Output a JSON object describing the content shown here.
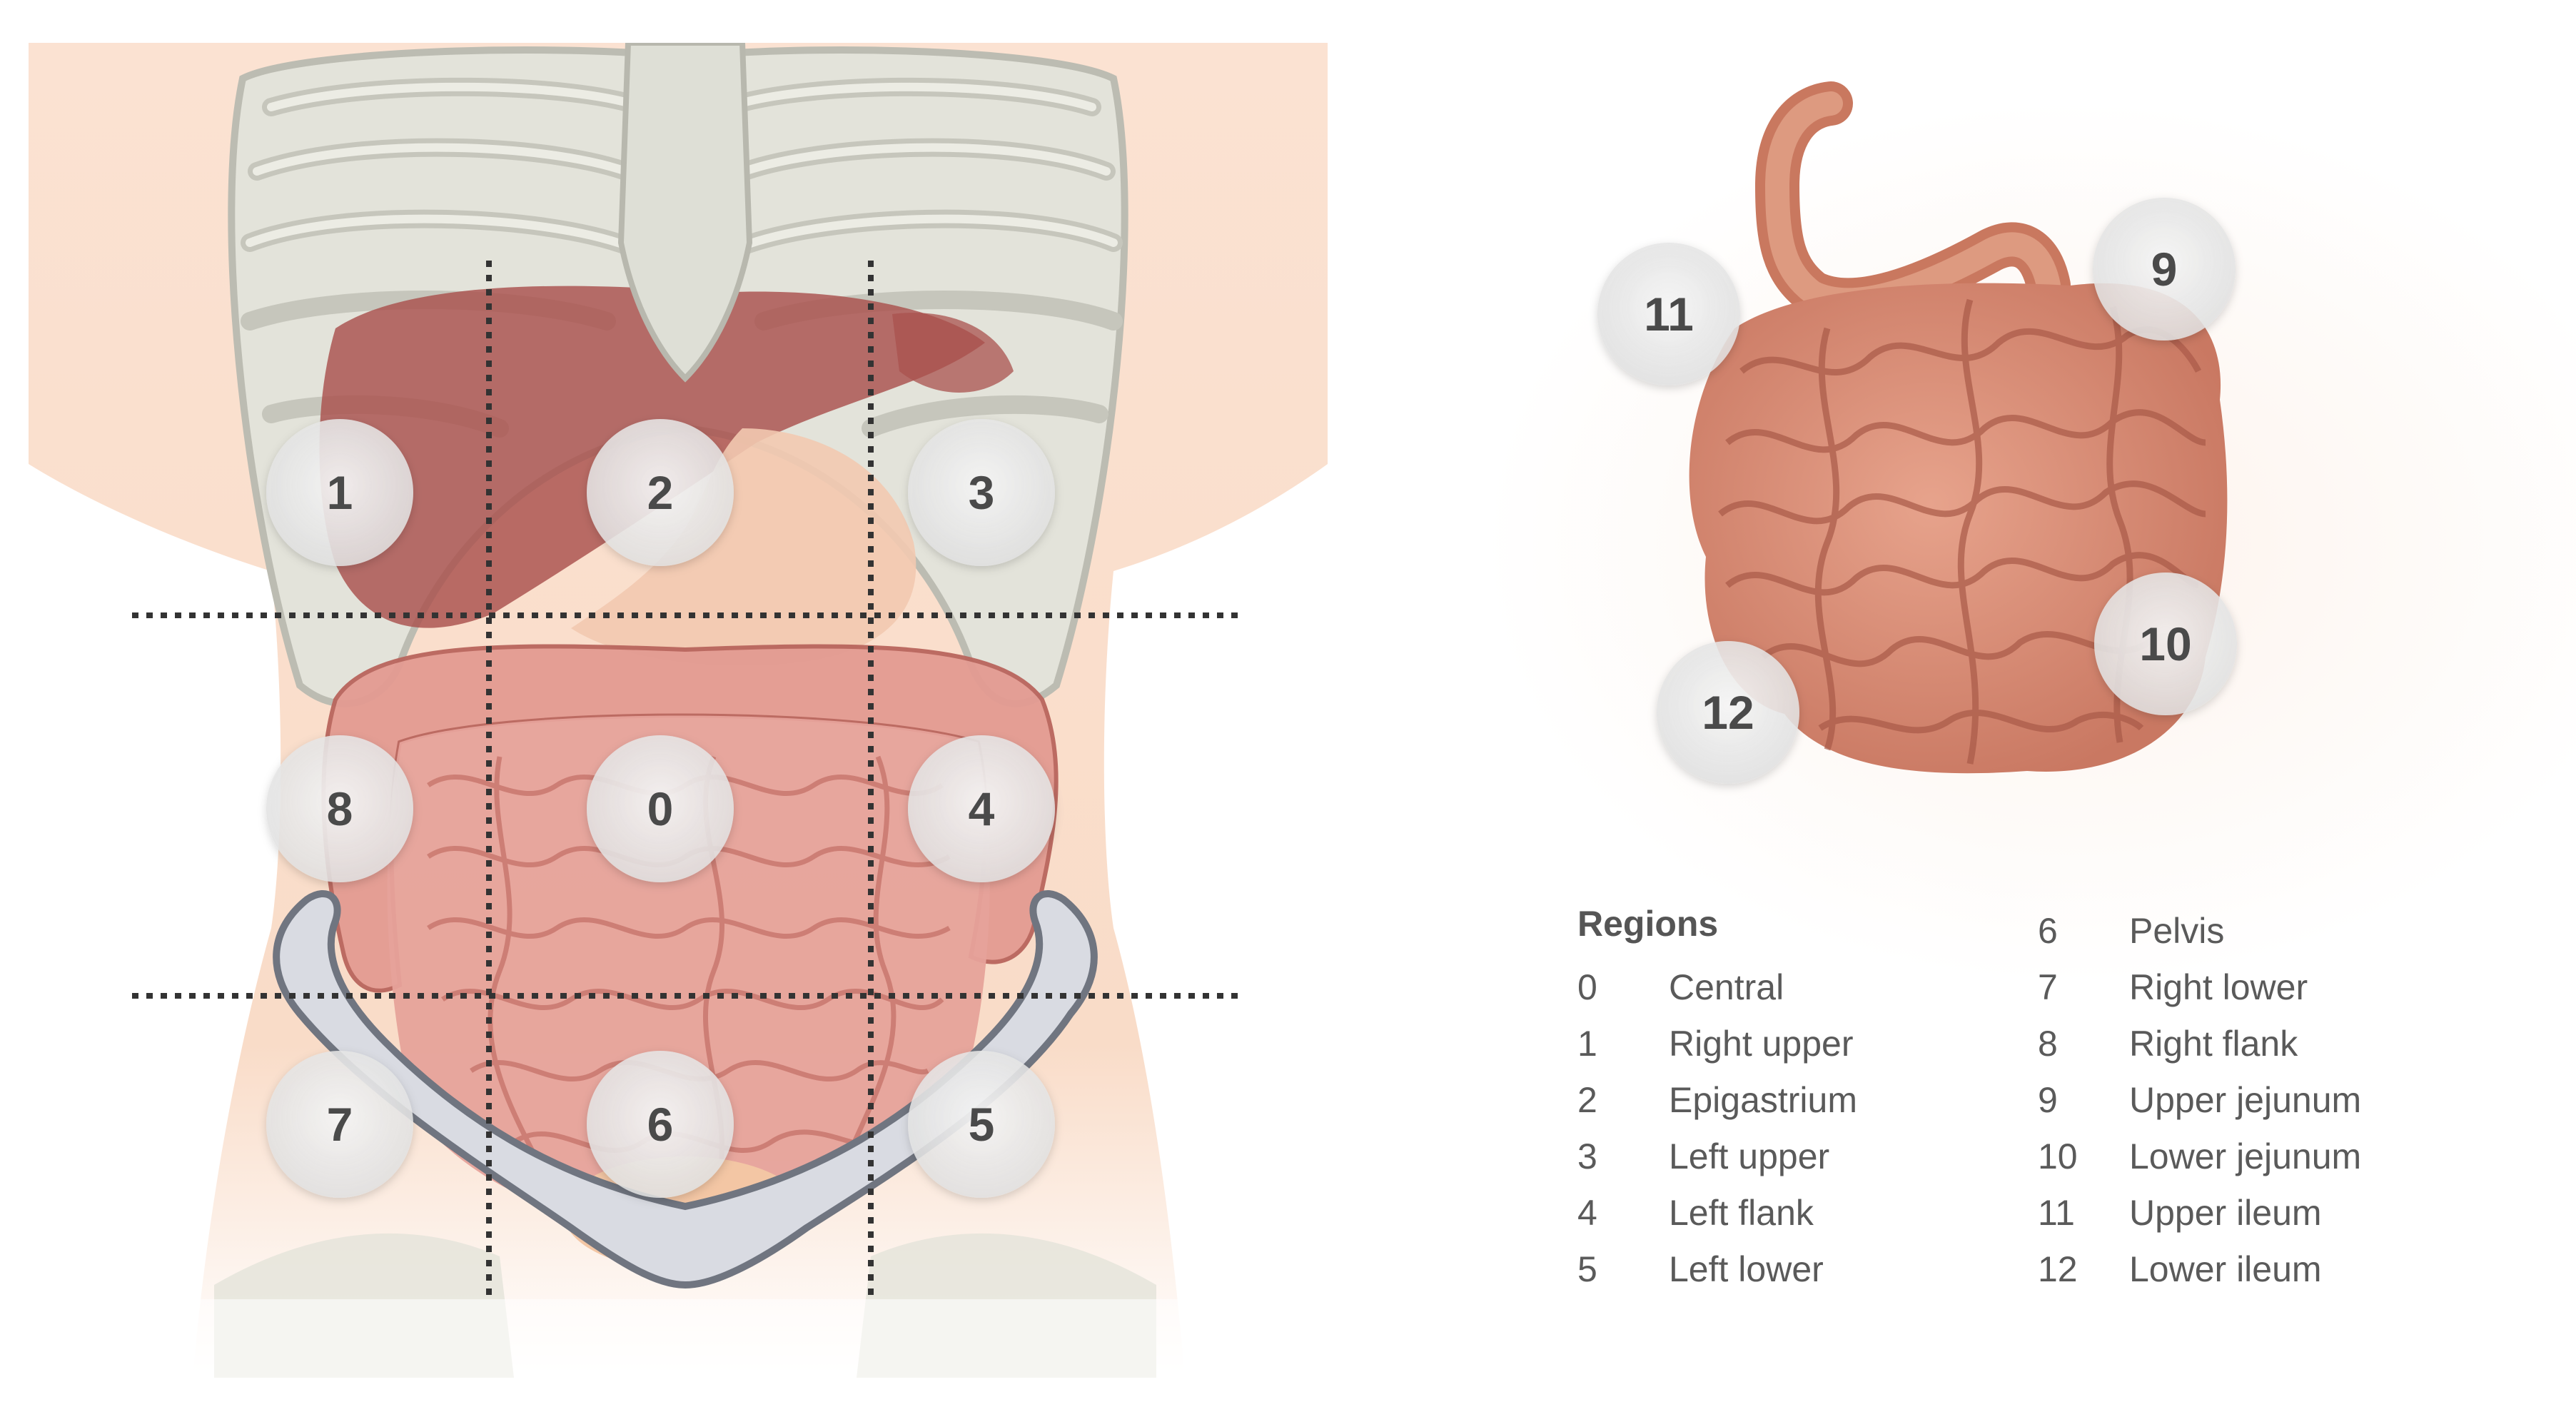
{
  "torso_regions": [
    {
      "id": "0",
      "label": "0"
    },
    {
      "id": "1",
      "label": "1"
    },
    {
      "id": "2",
      "label": "2"
    },
    {
      "id": "3",
      "label": "3"
    },
    {
      "id": "4",
      "label": "4"
    },
    {
      "id": "5",
      "label": "5"
    },
    {
      "id": "6",
      "label": "6"
    },
    {
      "id": "7",
      "label": "7"
    },
    {
      "id": "8",
      "label": "8"
    }
  ],
  "intestine_regions": [
    {
      "id": "9",
      "label": "9"
    },
    {
      "id": "10",
      "label": "10"
    },
    {
      "id": "11",
      "label": "11"
    },
    {
      "id": "12",
      "label": "12"
    }
  ],
  "legend": {
    "title": "Regions",
    "left_items": [
      {
        "num": "0",
        "name": "Central"
      },
      {
        "num": "1",
        "name": "Right upper"
      },
      {
        "num": "2",
        "name": "Epigastrium"
      },
      {
        "num": "3",
        "name": "Left upper"
      },
      {
        "num": "4",
        "name": "Left flank"
      },
      {
        "num": "5",
        "name": "Left lower"
      }
    ],
    "right_items": [
      {
        "num": "6",
        "name": "Pelvis"
      },
      {
        "num": "7",
        "name": "Right lower"
      },
      {
        "num": "8",
        "name": "Right flank"
      },
      {
        "num": "9",
        "name": "Upper jejunum"
      },
      {
        "num": "10",
        "name": "Lower jejunum"
      },
      {
        "num": "11",
        "name": "Upper ileum"
      },
      {
        "num": "12",
        "name": "Lower ileum"
      }
    ]
  },
  "colors": {
    "skin": "#f9dcc8",
    "bone": "#dcdcd3",
    "bone_outline": "#b8b8ae",
    "liver": "#a9514d",
    "intestine": "#e29a90",
    "intestine_outline": "#b9655d",
    "small_intestine": "#d9876f",
    "marker_fill": "#efefef",
    "marker_label": "#4a4a4a",
    "grid_line": "#333333",
    "legend_text": "#5a5a5a"
  }
}
